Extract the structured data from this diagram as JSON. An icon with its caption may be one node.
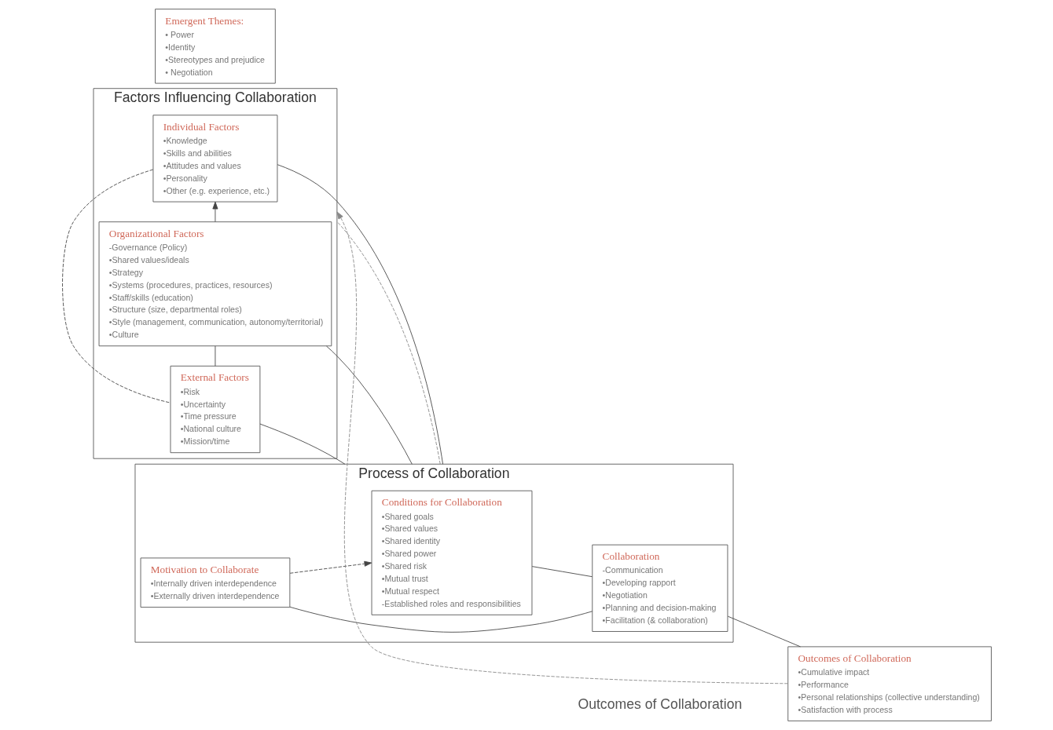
{
  "diagram": {
    "nodes": [
      {
        "text": [
          "Factors Influencing Collaboration"
        ]
      },
      {
        "text": [
          "Individual Factors",
          "•Knowledge",
          "•Skills and abilities",
          "•Attitudes and values",
          "•Personality",
          "•Other (e.g. experience, etc.)"
        ],
        "in": 0
      },
      {
        "text": [
          "Organizational Factors",
          "-Governance (Policy)",
          "•Shared values/ideals",
          "•Strategy",
          "•Systems (procedures, practices, resources)",
          "•Staff/skills (education)",
          "•Structure (size, departmental roles)",
          "•Style (management, communication, autonomy/territorial)",
          "•Culture"
        ],
        "in": 0
      },
      {
        "text": [
          "External Factors",
          "•Risk",
          "•Uncertainty",
          "•Time pressure",
          "•National culture",
          "•Mission/time"
        ],
        "in": 0
      },
      {
        "text": [
          "Process of Collaboration"
        ]
      },
      {
        "text": [
          "Conditions for Collaboration",
          "•Shared goals",
          "•Shared values",
          "•Shared identity",
          "•Shared power",
          "•Shared risk",
          "•Mutual trust",
          "•Mutual respect",
          "-Established roles and responsibilities"
        ],
        "in": 4
      },
      {
        "text": [
          "Motivation to Collaborate",
          "•Internally driven interdependence",
          "•Externally driven interdependence"
        ],
        "in": 4
      },
      {
        "text": [
          "Collaboration",
          "-Communication",
          "•Developing rapport",
          "•Negotiation",
          "•Planning and decision-making",
          "•Facilitation (& collaboration)"
        ],
        "in": 4
      },
      {
        "text": [
          "Outcomes of Collaboration",
          "•Cumulative impact",
          "•Performance",
          "•Personal relationships (collective understanding)",
          "•Satisfaction with process"
        ]
      },
      {
        "text": [
          "Emergent Themes:",
          "• Power",
          "•Identity",
          "•Stereotypes and prejudice",
          "• Negotiation"
        ]
      }
    ],
    "edges": [
      {
        "from": 1,
        "to": 4,
        "arrow": "none"
      },
      {
        "from": 2,
        "to": 4,
        "arrow": "none"
      },
      {
        "from": 3,
        "to": 4,
        "arrow": "none"
      },
      {
        "from": 2,
        "to": 1,
        "arrow": "to"
      },
      {
        "from": 2,
        "to": 3,
        "arrow": "none"
      },
      {
        "from": 1,
        "to": 3,
        "arrow": "none",
        "style": "dashed"
      },
      {
        "from": 6,
        "to": 5,
        "arrow": "to",
        "style": "dashed"
      },
      {
        "from": 5,
        "to": 7,
        "arrow": "none"
      },
      {
        "from": 6,
        "to": 7,
        "arrow": "none"
      },
      {
        "from": 7,
        "to": 8,
        "arrow": "none"
      },
      {
        "from": 8,
        "to": 0,
        "arrow": "to",
        "style": "dashed",
        "color": "#888888"
      },
      {
        "from": 4,
        "to": 0,
        "arrow": "none",
        "style": "dashed",
        "color": "#888888"
      }
    ],
    "labels": [
      "Outcomes of Collaboration"
    ]
  }
}
